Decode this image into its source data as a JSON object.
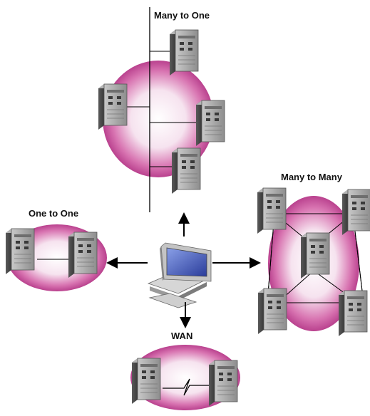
{
  "labels": {
    "many_to_one": "Many to One",
    "many_to_many": "Many to Many",
    "one_to_one": "One to One",
    "wan": "WAN"
  },
  "colors": {
    "cloud_edge": "#b0287e",
    "cloud_center": "#ffffff",
    "server_body": "#9a9a9a",
    "server_dark": "#4a4a4a",
    "line": "#000000"
  },
  "icons": [
    "server-icon",
    "desktop-computer-icon",
    "arrow-icon",
    "wan-link-icon"
  ]
}
